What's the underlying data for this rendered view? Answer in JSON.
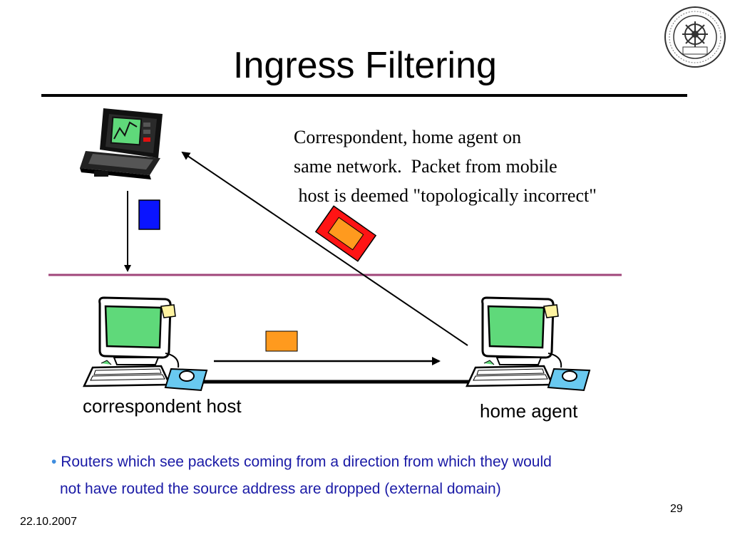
{
  "slide": {
    "title": "Ingress Filtering",
    "note_lines": [
      "Correspondent, home agent on",
      "same network.  Packet from mobile",
      " host is deemed \"topologically incorrect\""
    ],
    "correspondent_label": "correspondent host",
    "home_agent_label": "home agent",
    "bullet_marker": "•",
    "bullet_text_line1": "Routers which see packets coming from a direction from which they would",
    "bullet_text_line2": "not have routed the source address are dropped (external domain)",
    "date": "22.10.2007",
    "page_number": "29"
  },
  "logo": {
    "ring_text_top": "BIRLA INSTITUTE OF TECHNOLOGY & SCIENCE PILANI",
    "motto": "ज्ञानं परमं बलम्"
  },
  "colors": {
    "network_line": "#a0467a",
    "packet_blue": "#0a14ff",
    "packet_orange": "#ff9a1e",
    "packet_reject_border": "#ff1414",
    "screen_green": "#5fd97a",
    "bullet_text": "#1a1aa6",
    "bullet_dot": "#3f8ddf"
  },
  "icons": {
    "mobile_host": "laptop-icon",
    "correspondent": "desktop-computer-icon",
    "home_agent": "desktop-computer-icon",
    "logo": "institute-seal-icon"
  }
}
